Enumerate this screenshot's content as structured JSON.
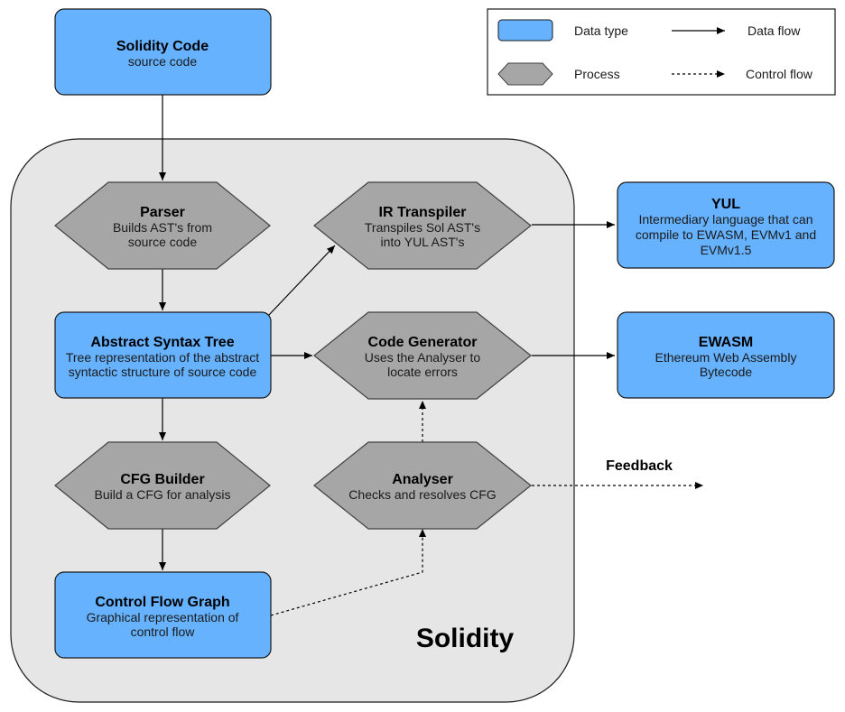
{
  "legend": {
    "data_type": "Data type",
    "process": "Process",
    "data_flow": "Data flow",
    "control_flow": "Control flow"
  },
  "group": {
    "label": "Solidity"
  },
  "nodes": {
    "solidity_code": {
      "title": "Solidity Code",
      "lines": [
        "source code"
      ]
    },
    "parser": {
      "title": "Parser",
      "lines": [
        "Builds AST's from",
        "source code"
      ]
    },
    "ast": {
      "title": "Abstract Syntax Tree",
      "lines": [
        "Tree representation of the abstract",
        "syntactic structure of source code"
      ]
    },
    "cfg_builder": {
      "title": "CFG Builder",
      "lines": [
        "Build a CFG for analysis"
      ]
    },
    "cfg": {
      "title": "Control Flow Graph",
      "lines": [
        "Graphical representation of",
        "control flow"
      ]
    },
    "ir_transpiler": {
      "title": "IR Transpiler",
      "lines": [
        "Transpiles Sol AST's",
        "into YUL AST's"
      ]
    },
    "code_generator": {
      "title": "Code Generator",
      "lines": [
        "Uses the Analyser to",
        "locate errors"
      ]
    },
    "analyser": {
      "title": "Analyser",
      "lines": [
        "Checks and resolves CFG"
      ]
    },
    "yul": {
      "title": "YUL",
      "lines": [
        "Intermediary language that can",
        "compile to EWASM, EVMv1 and",
        "EVMv1.5"
      ]
    },
    "ewasm": {
      "title": "EWASM",
      "lines": [
        "Ethereum Web Assembly",
        "Bytecode"
      ]
    }
  },
  "feedback": {
    "label": "Feedback"
  },
  "colors": {
    "data_fill": "#66b2ff",
    "data_stroke": "#1a1a1a",
    "process_fill": "#a6a6a6",
    "process_stroke": "#404040",
    "group_fill": "#e6e6e6",
    "group_stroke": "#1a1a1a"
  }
}
